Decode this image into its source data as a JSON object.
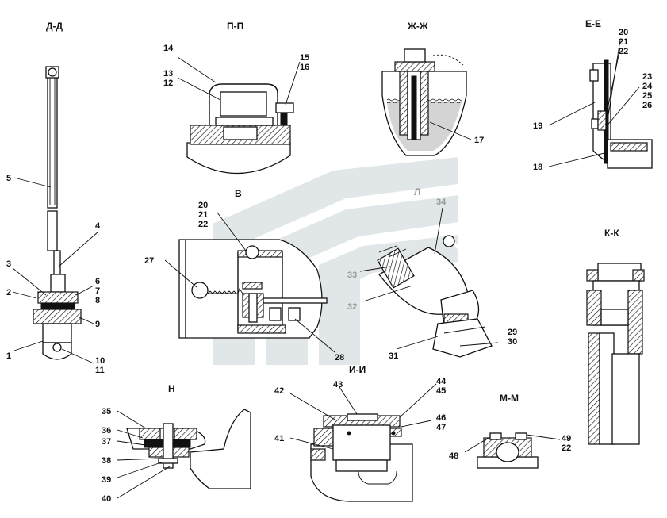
{
  "sections": [
    {
      "id": "DD",
      "title": "Д-Д"
    },
    {
      "id": "PP",
      "title": "П-П"
    },
    {
      "id": "ZhZh",
      "title": "Ж-Ж"
    },
    {
      "id": "EE",
      "title": "Е-Е"
    },
    {
      "id": "V",
      "title": "В"
    },
    {
      "id": "L",
      "title": "Л"
    },
    {
      "id": "KK",
      "title": "К-К"
    },
    {
      "id": "N",
      "title": "Н"
    },
    {
      "id": "II",
      "title": "И-И"
    },
    {
      "id": "MM",
      "title": "М-М"
    }
  ],
  "callouts": [
    {
      "id": "c1",
      "text": "1"
    },
    {
      "id": "c2",
      "text": "2"
    },
    {
      "id": "c3",
      "text": "3"
    },
    {
      "id": "c4",
      "text": "4"
    },
    {
      "id": "c5",
      "text": "5"
    },
    {
      "id": "c6",
      "text": "6"
    },
    {
      "id": "c7",
      "text": "7"
    },
    {
      "id": "c8",
      "text": "8"
    },
    {
      "id": "c9",
      "text": "9"
    },
    {
      "id": "c10",
      "text": "10"
    },
    {
      "id": "c11",
      "text": "11"
    },
    {
      "id": "c12",
      "text": "12"
    },
    {
      "id": "c13",
      "text": "13"
    },
    {
      "id": "c14",
      "text": "14"
    },
    {
      "id": "c15",
      "text": "15"
    },
    {
      "id": "c16",
      "text": "16"
    },
    {
      "id": "c17",
      "text": "17"
    },
    {
      "id": "c18",
      "text": "18"
    },
    {
      "id": "c19",
      "text": "19"
    },
    {
      "id": "c20a",
      "text": "20"
    },
    {
      "id": "c21a",
      "text": "21"
    },
    {
      "id": "c22a",
      "text": "22"
    },
    {
      "id": "c23",
      "text": "23"
    },
    {
      "id": "c24",
      "text": "24"
    },
    {
      "id": "c25",
      "text": "25"
    },
    {
      "id": "c26",
      "text": "26"
    },
    {
      "id": "c20b",
      "text": "20"
    },
    {
      "id": "c21b",
      "text": "21"
    },
    {
      "id": "c22b",
      "text": "22"
    },
    {
      "id": "c27",
      "text": "27"
    },
    {
      "id": "c28",
      "text": "28"
    },
    {
      "id": "c29",
      "text": "29"
    },
    {
      "id": "c30",
      "text": "30"
    },
    {
      "id": "c31",
      "text": "31"
    },
    {
      "id": "c32",
      "text": "32"
    },
    {
      "id": "c33",
      "text": "33"
    },
    {
      "id": "c34",
      "text": "34"
    },
    {
      "id": "c35",
      "text": "35"
    },
    {
      "id": "c36",
      "text": "36"
    },
    {
      "id": "c37",
      "text": "37"
    },
    {
      "id": "c38",
      "text": "38"
    },
    {
      "id": "c39",
      "text": "39"
    },
    {
      "id": "c40",
      "text": "40"
    },
    {
      "id": "c41",
      "text": "41"
    },
    {
      "id": "c42",
      "text": "42"
    },
    {
      "id": "c43",
      "text": "43"
    },
    {
      "id": "c44",
      "text": "44"
    },
    {
      "id": "c45",
      "text": "45"
    },
    {
      "id": "c46",
      "text": "46"
    },
    {
      "id": "c47",
      "text": "47"
    },
    {
      "id": "c48",
      "text": "48"
    },
    {
      "id": "c49",
      "text": "49"
    },
    {
      "id": "c22c",
      "text": "22"
    }
  ],
  "colors": {
    "ink": "#111111",
    "watermark": "#c9d3d6",
    "liquid": "#d4d4d4"
  },
  "watermark_icon": "chevron-logo-icon"
}
